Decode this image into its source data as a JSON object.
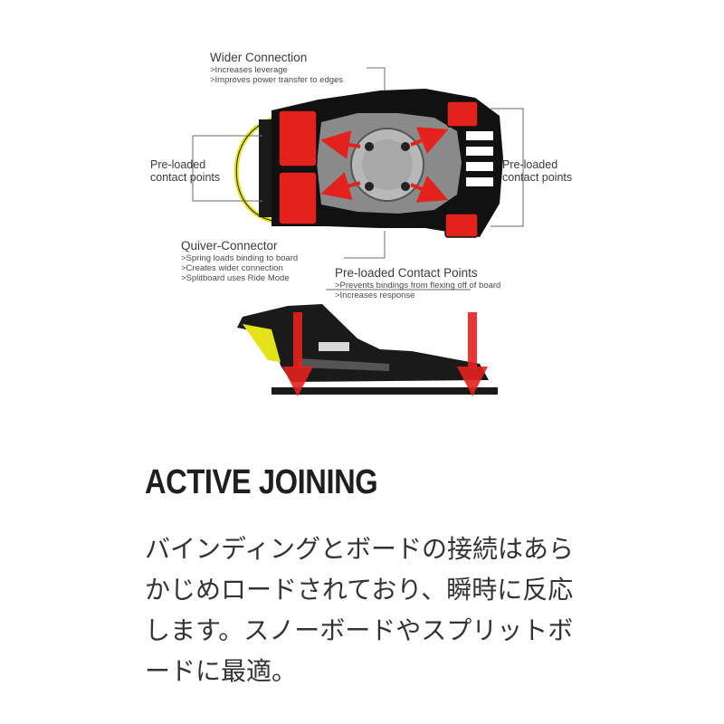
{
  "callouts": {
    "wider": {
      "title": "Wider Connection",
      "lines": [
        ">Increases leverage",
        ">Improves power transfer to edges"
      ]
    },
    "left": {
      "lines": [
        "Pre-loaded",
        "contact points"
      ]
    },
    "right": {
      "lines": [
        "Pre-loaded",
        "contact points"
      ]
    },
    "quiver": {
      "title": "Quiver-Connector",
      "lines": [
        ">Spring loads binding to board",
        ">Creates wider connection",
        ">Splitboard uses Ride Mode"
      ]
    },
    "preloaded_points": {
      "title": "Pre-loaded Contact Points",
      "lines": [
        ">Prevents bindings from flexing off of board",
        ">Increases response"
      ]
    }
  },
  "heading": "ACTIVE JOINING",
  "body_lines": [
    "バインディングとボードの接続はあら",
    "かじめロードされており、瞬時に反応",
    "します。スノーボードやスプリットボ",
    "ードに最適。"
  ],
  "colors": {
    "red": "#e3211d",
    "yellow": "#e6e21a",
    "black": "#111111",
    "leader": "#6a6a6a"
  }
}
